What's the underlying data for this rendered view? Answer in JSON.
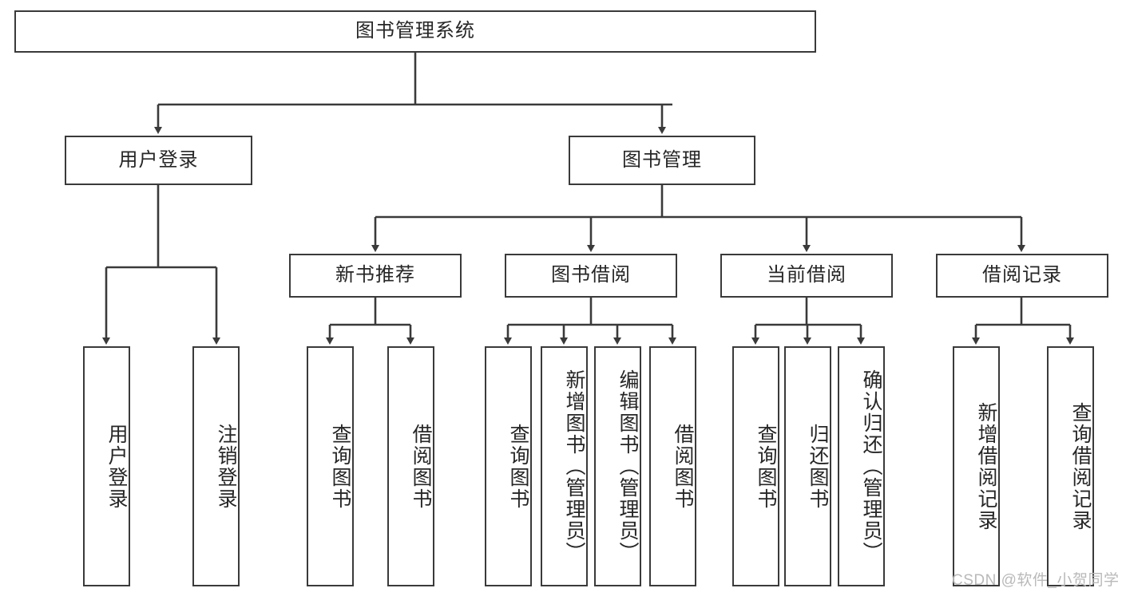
{
  "diagram": {
    "title": "图书管理系统",
    "type": "tree-hierarchy-chart",
    "watermark": "CSDN @软件_小贺同学",
    "colors": {
      "border": "#3a3a3a",
      "text": "#262626",
      "background": "#ffffff",
      "watermark": "#b9b9b9"
    },
    "root": {
      "label": "图书管理系统"
    },
    "level2": [
      {
        "label": "用户登录"
      },
      {
        "label": "图书管理"
      }
    ],
    "level3": [
      {
        "label": "新书推荐"
      },
      {
        "label": "图书借阅"
      },
      {
        "label": "当前借阅"
      },
      {
        "label": "借阅记录"
      }
    ],
    "leaves": {
      "user_login": [
        {
          "label": "用户登录"
        },
        {
          "label": "注销登录"
        }
      ],
      "new_book_recommend": [
        {
          "label": "查询图书"
        },
        {
          "label": "借阅图书"
        }
      ],
      "book_borrow": [
        {
          "label": "查询图书"
        },
        {
          "label": "新增图书（管理员）"
        },
        {
          "label": "编辑图书（管理员）"
        },
        {
          "label": "借阅图书"
        }
      ],
      "current_borrow": [
        {
          "label": "查询图书"
        },
        {
          "label": "归还图书"
        },
        {
          "label": "确认归还（管理员）"
        }
      ],
      "borrow_record": [
        {
          "label": "新增借阅记录"
        },
        {
          "label": "查询借阅记录"
        }
      ]
    }
  }
}
